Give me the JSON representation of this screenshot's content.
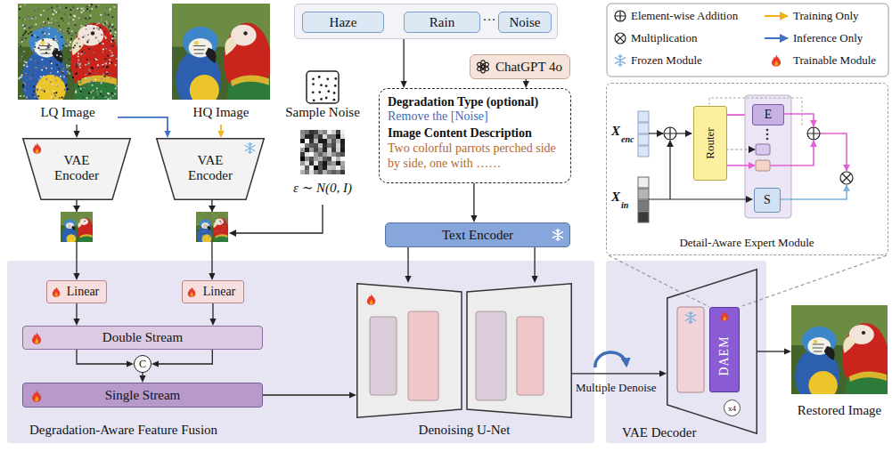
{
  "diagram": {
    "nodes": [
      {
        "text": [
          "LQ Image"
        ]
      },
      {
        "text": [
          "HQ Image"
        ]
      },
      {
        "text": [
          "VAE Encoder"
        ]
      },
      {
        "text": [
          "VAE Encoder"
        ]
      },
      {
        "text": [
          "Sample Noise",
          "ε ∼ N(0, I)"
        ]
      },
      {
        "text": [
          "···"
        ]
      },
      {
        "text": [
          "Haze"
        ],
        "in": 5
      },
      {
        "text": [
          "Rain"
        ],
        "in": 5
      },
      {
        "text": [
          "Noise"
        ],
        "in": 5
      },
      {
        "text": [
          "ChatGPT 4o"
        ]
      },
      {
        "text": [
          "Degradation Type (optional)",
          "Remove the [Noise]",
          "Image Content Description",
          "Two colorful parrots perched side by side, one with ……"
        ]
      },
      {
        "text": [
          "Text Encoder"
        ]
      },
      {
        "text": [
          "Degradation-Aware Feature Fusion"
        ]
      },
      {
        "text": [
          "Linear"
        ],
        "in": 12
      },
      {
        "text": [
          "Linear"
        ],
        "in": 12
      },
      {
        "text": [
          "Double Stream"
        ],
        "in": 12
      },
      {
        "text": [
          "C"
        ],
        "in": 12
      },
      {
        "text": [
          "Single Stream"
        ],
        "in": 12
      },
      {
        "text": [
          "Denoising U-Net"
        ],
        "in": 12
      },
      {
        "text": [
          "Detail-Aware Expert Module"
        ]
      },
      {
        "text": [
          "Router"
        ],
        "in": 19
      },
      {
        "text": [
          "E"
        ],
        "in": 19
      },
      {
        "text": [
          "S"
        ],
        "in": 19
      },
      {
        "text": [
          "VAE Decoder"
        ]
      },
      {
        "text": [
          "DAEM"
        ],
        "in": 23
      },
      {
        "text": [
          "Restored Image"
        ]
      }
    ],
    "edges": [
      {
        "from": 0,
        "to": 2,
        "arrow": "to"
      },
      {
        "from": 0,
        "to": 3,
        "arrow": "to"
      },
      {
        "from": 1,
        "to": 3,
        "arrow": "to"
      },
      {
        "from": 2,
        "to": 13,
        "arrow": "to"
      },
      {
        "from": 3,
        "to": 14,
        "arrow": "to"
      },
      {
        "from": 13,
        "to": 15,
        "arrow": "to"
      },
      {
        "from": 14,
        "to": 15,
        "arrow": "to"
      },
      {
        "from": 15,
        "to": 16,
        "arrow": "to"
      },
      {
        "from": 15,
        "to": 16,
        "arrow": "to"
      },
      {
        "from": 16,
        "to": 17,
        "arrow": "to"
      },
      {
        "from": 17,
        "to": 18,
        "arrow": "to"
      },
      {
        "from": 11,
        "to": 18,
        "arrow": "to"
      },
      {
        "from": 11,
        "to": 18,
        "arrow": "to"
      },
      {
        "from": 18,
        "to": 23,
        "label": "Multiple Denoise",
        "arrow": "to"
      },
      {
        "from": 23,
        "to": 25,
        "arrow": "to"
      },
      {
        "from": 5,
        "to": 10,
        "arrow": "to"
      },
      {
        "from": 9,
        "to": 10,
        "arrow": "to"
      },
      {
        "from": 10,
        "to": 11,
        "arrow": "to"
      },
      {
        "from": 20,
        "to": 21,
        "arrow": "to"
      }
    ],
    "labels": [
      "X",
      "enc",
      "X",
      "in",
      "x4"
    ],
    "legend": [
      {
        "text": "Element-wise Addition"
      },
      {
        "text": "Training Only"
      },
      {
        "text": "Multiplication"
      },
      {
        "text": "Inference Only"
      },
      {
        "text": "Frozen Module"
      },
      {
        "text": "Trainable Module"
      }
    ]
  }
}
